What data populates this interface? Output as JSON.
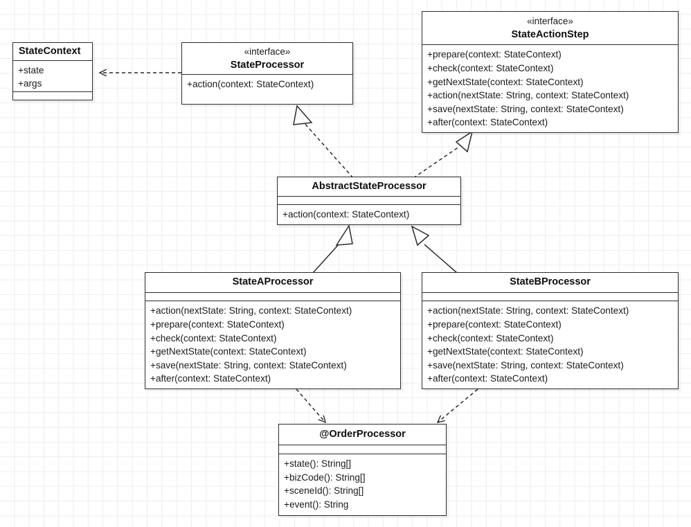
{
  "diagram": {
    "title": "State processor UML class diagram",
    "background": "#ffffff",
    "grid_color": "#ededed",
    "line_color": "#2b2b2b"
  },
  "classes": {
    "state_context": {
      "name": "StateContext",
      "stereotype": "",
      "attributes": [
        "+state",
        "+args"
      ],
      "methods": []
    },
    "state_processor": {
      "name": "StateProcessor",
      "stereotype": "«interface»",
      "methods": [
        "+action(context: StateContext)"
      ]
    },
    "state_action_step": {
      "name": "StateActionStep",
      "stereotype": "«interface»",
      "methods": [
        "+prepare(context: StateContext)",
        "+check(context: StateContext)",
        "+getNextState(context: StateContext)",
        "+action(nextState: String, context: StateContext)",
        "+save(nextState: String, context: StateContext)",
        "+after(context: StateContext)"
      ]
    },
    "abstract_state_processor": {
      "name": "AbstractStateProcessor",
      "stereotype": "",
      "attributes": [],
      "methods": [
        "+action(context: StateContext)"
      ]
    },
    "state_a_processor": {
      "name": "StateAProcessor",
      "stereotype": "",
      "attributes": [],
      "methods": [
        "+action(nextState: String, context: StateContext)",
        "+prepare(context: StateContext)",
        "+check(context: StateContext)",
        "+getNextState(context: StateContext)",
        "+save(nextState: String, context: StateContext)",
        "+after(context: StateContext)"
      ]
    },
    "state_b_processor": {
      "name": "StateBProcessor",
      "stereotype": "",
      "attributes": [],
      "methods": [
        "+action(nextState: String, context: StateContext)",
        "+prepare(context: StateContext)",
        "+check(context: StateContext)",
        "+getNextState(context: StateContext)",
        "+save(nextState: String, context: StateContext)",
        "+after(context: StateContext)"
      ]
    },
    "order_processor": {
      "name": "@OrderProcessor",
      "stereotype": "",
      "attributes": [],
      "methods": [
        "+state(): String[]",
        "+bizCode(): String[]",
        "+sceneId(): String[]",
        "+event(): String"
      ]
    }
  },
  "relations": [
    {
      "name": "state-processor-to-state-context-dependency",
      "from": "state_processor",
      "to": "state_context",
      "kind": "dependency",
      "line": "dashed",
      "arrow": "open"
    },
    {
      "name": "abstract-realizes-state-processor",
      "from": "abstract_state_processor",
      "to": "state_processor",
      "kind": "realization",
      "line": "dashed",
      "arrow": "hollow-triangle"
    },
    {
      "name": "abstract-realizes-state-action-step",
      "from": "abstract_state_processor",
      "to": "state_action_step",
      "kind": "realization",
      "line": "dashed",
      "arrow": "hollow-triangle"
    },
    {
      "name": "state-a-extends-abstract",
      "from": "state_a_processor",
      "to": "abstract_state_processor",
      "kind": "generalization",
      "line": "solid",
      "arrow": "hollow-triangle"
    },
    {
      "name": "state-b-extends-abstract",
      "from": "state_b_processor",
      "to": "abstract_state_processor",
      "kind": "generalization",
      "line": "solid",
      "arrow": "hollow-triangle"
    },
    {
      "name": "state-a-depends-order-processor",
      "from": "state_a_processor",
      "to": "order_processor",
      "kind": "dependency",
      "line": "dashed",
      "arrow": "open"
    },
    {
      "name": "state-b-depends-order-processor",
      "from": "state_b_processor",
      "to": "order_processor",
      "kind": "dependency",
      "line": "dashed",
      "arrow": "open"
    }
  ]
}
